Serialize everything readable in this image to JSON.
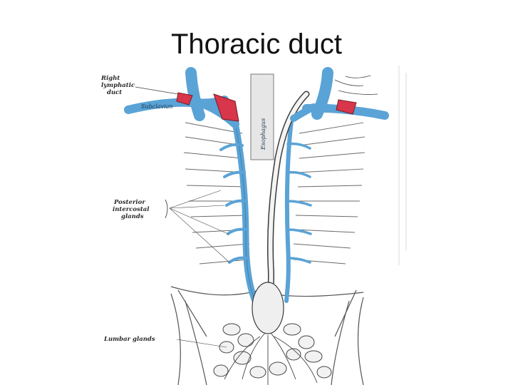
{
  "slide": {
    "title": "Thoracic duct"
  },
  "figure": {
    "labels": {
      "right_lymphatic_duct_line1": "Right",
      "right_lymphatic_duct_line2": "lymphatic",
      "right_lymphatic_duct_line3": "duct",
      "posterior_intercostal_line1": "Posterior",
      "posterior_intercostal_line2": "intercostal",
      "posterior_intercostal_line3": "glands",
      "lumbar_glands": "Lumbar glands",
      "esophagus": "Esophagus",
      "subclavian": "Subclavian"
    },
    "colors": {
      "vein_blue": "#5aa3d6",
      "artery_red": "#d8364a",
      "duct_white": "#f4f4f4",
      "outline": "#3a3a3a"
    }
  }
}
